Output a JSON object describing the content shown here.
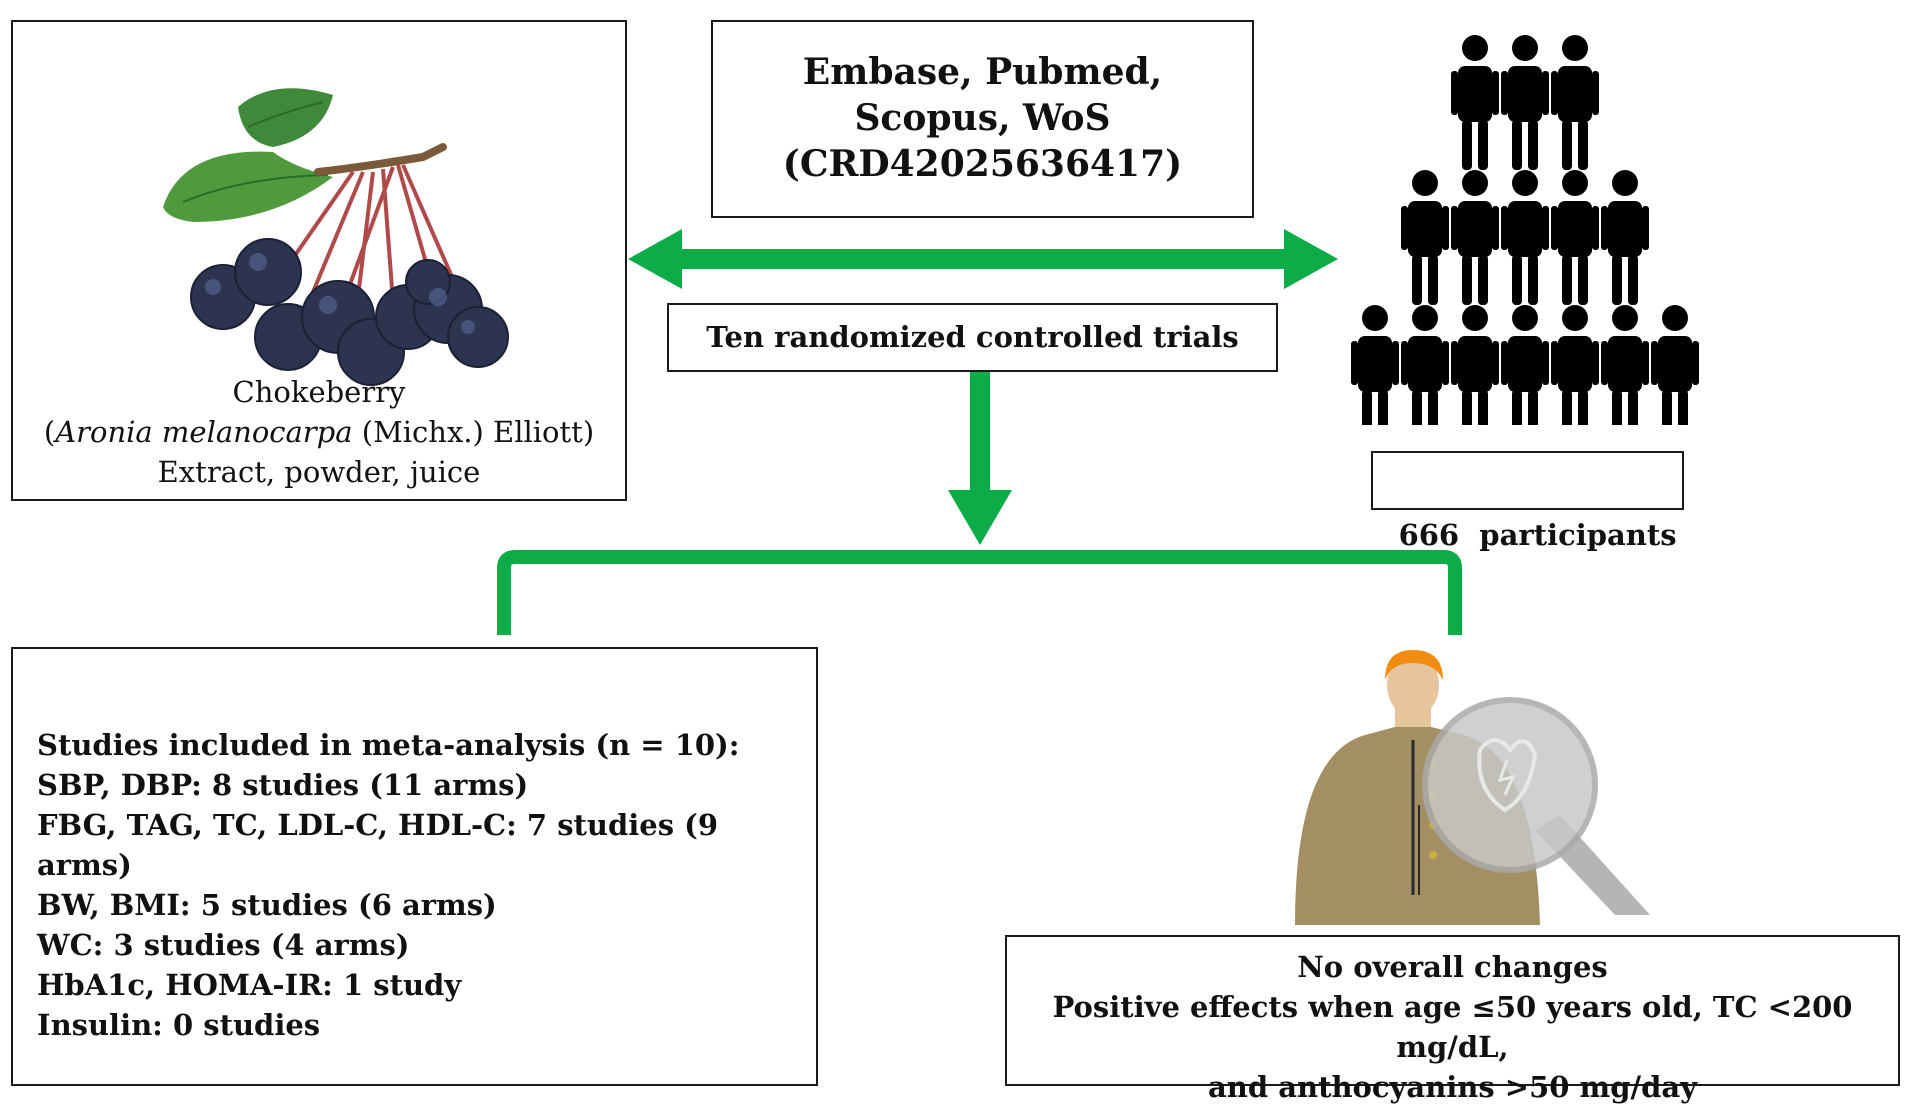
{
  "plant": {
    "name": "Chokeberry",
    "paren_open": "(",
    "scientific_name": "Aronia melanocarpa",
    "authority": " (Michx.) Elliott)",
    "forms": "Extract, powder, juice"
  },
  "databases": {
    "line1": "Embase, Pubmed,",
    "line2": "Scopus, WoS",
    "line3": "(CRD42025636417)"
  },
  "trials": {
    "label": "Ten randomized controlled trials"
  },
  "participants": {
    "label": "666  participants"
  },
  "studies": {
    "heading": "Studies included in meta-analysis (n = 10):",
    "items": [
      "SBP, DBP: 8 studies (11 arms)",
      "FBG, TAG, TC, LDL-C, HDL-C: 7 studies (9 arms)",
      "BW, BMI: 5 studies (6 arms)",
      "WC: 3 studies (4 arms)",
      "HbA1c, HOMA-IR: 1 study",
      "Insulin: 0 studies"
    ]
  },
  "outcome": {
    "line1": "No overall changes",
    "line2": "Positive effects when age ≤50 years old, TC <200 mg/dL,",
    "line3": "and anthocyanins >50 mg/day"
  },
  "icons": {
    "plant": "chokeberry-illustration",
    "people": "people-pyramid-icon",
    "person": "person-magnifier-icon"
  },
  "colors": {
    "arrow": "#0cac48",
    "person_body": "#a48f65",
    "hair": "#f28c10"
  }
}
